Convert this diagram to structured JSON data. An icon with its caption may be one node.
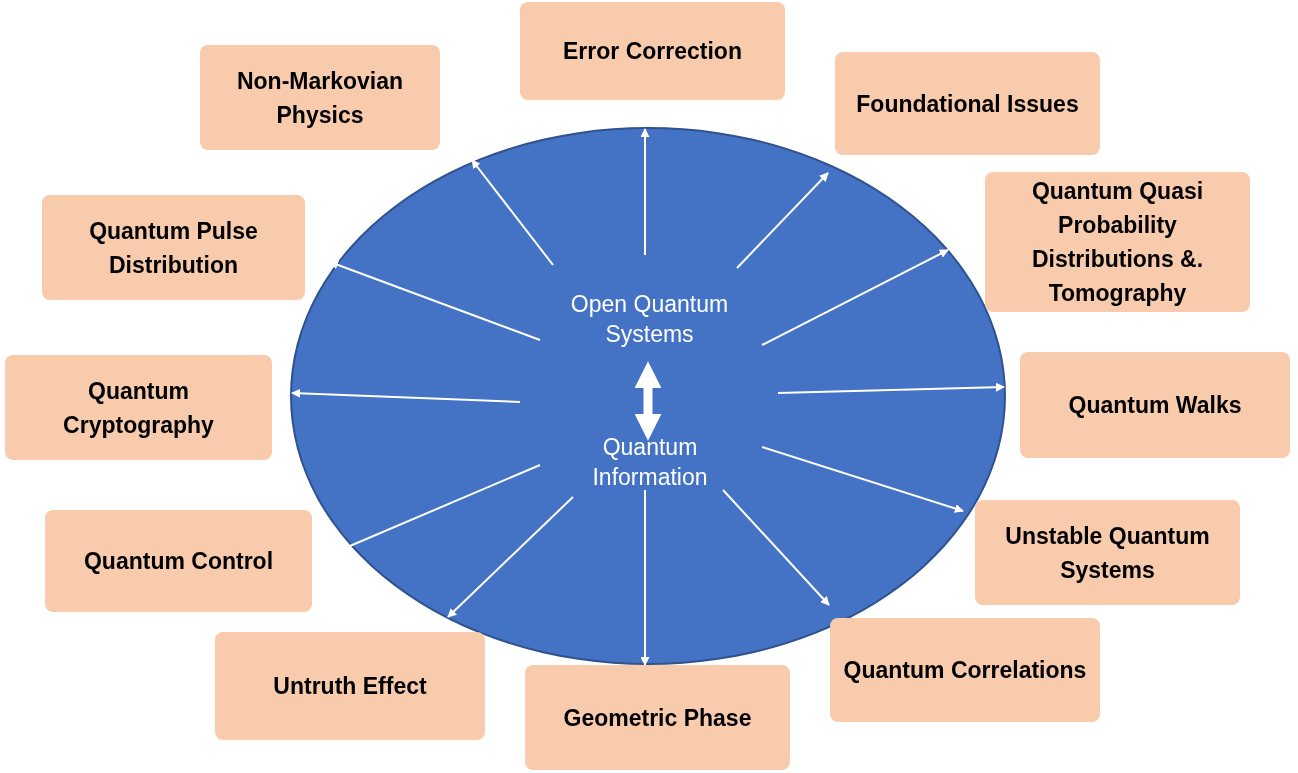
{
  "diagram": {
    "nodes": [
      {
        "text": [],
        "shape": "ellipse"
      },
      {
        "text": [
          "Open Quantum Systems"
        ],
        "in": 0
      },
      {
        "text": [
          "Quantum Information"
        ],
        "in": 0
      },
      {
        "text": [
          "Error Correction"
        ]
      },
      {
        "text": [
          "Non-Markovian Physics"
        ]
      },
      {
        "text": [
          "Foundational Issues"
        ]
      },
      {
        "text": [
          "Quantum Pulse Distribution"
        ]
      },
      {
        "text": [
          "Quantum Quasi Probability Distributions &. Tomography"
        ]
      },
      {
        "text": [
          "Quantum Cryptography"
        ]
      },
      {
        "text": [
          "Quantum Walks"
        ]
      },
      {
        "text": [
          "Quantum Control"
        ]
      },
      {
        "text": [
          "Unstable Quantum Systems"
        ]
      },
      {
        "text": [
          "Untruth Effect"
        ]
      },
      {
        "text": [
          "Quantum Correlations"
        ]
      },
      {
        "text": [
          "Geometric Phase"
        ]
      }
    ],
    "edges": [
      {
        "from": 1,
        "to": 2,
        "arrow": "both",
        "style": "thick"
      },
      {
        "from": null,
        "to": 3,
        "arrow": "to"
      },
      {
        "from": null,
        "to": 4,
        "arrow": "to"
      },
      {
        "from": null,
        "to": 5,
        "arrow": "to"
      },
      {
        "from": null,
        "to": 6,
        "arrow": "to"
      },
      {
        "from": null,
        "to": 7,
        "arrow": "to"
      },
      {
        "from": null,
        "to": 8,
        "arrow": "to"
      },
      {
        "from": null,
        "to": 9,
        "arrow": "to"
      },
      {
        "from": null,
        "to": 10,
        "arrow": "to"
      },
      {
        "from": null,
        "to": 11,
        "arrow": "to"
      },
      {
        "from": 2,
        "to": 12,
        "arrow": "to"
      },
      {
        "from": 2,
        "to": 13,
        "arrow": "to"
      },
      {
        "from": 2,
        "to": 14,
        "arrow": "to"
      }
    ]
  }
}
